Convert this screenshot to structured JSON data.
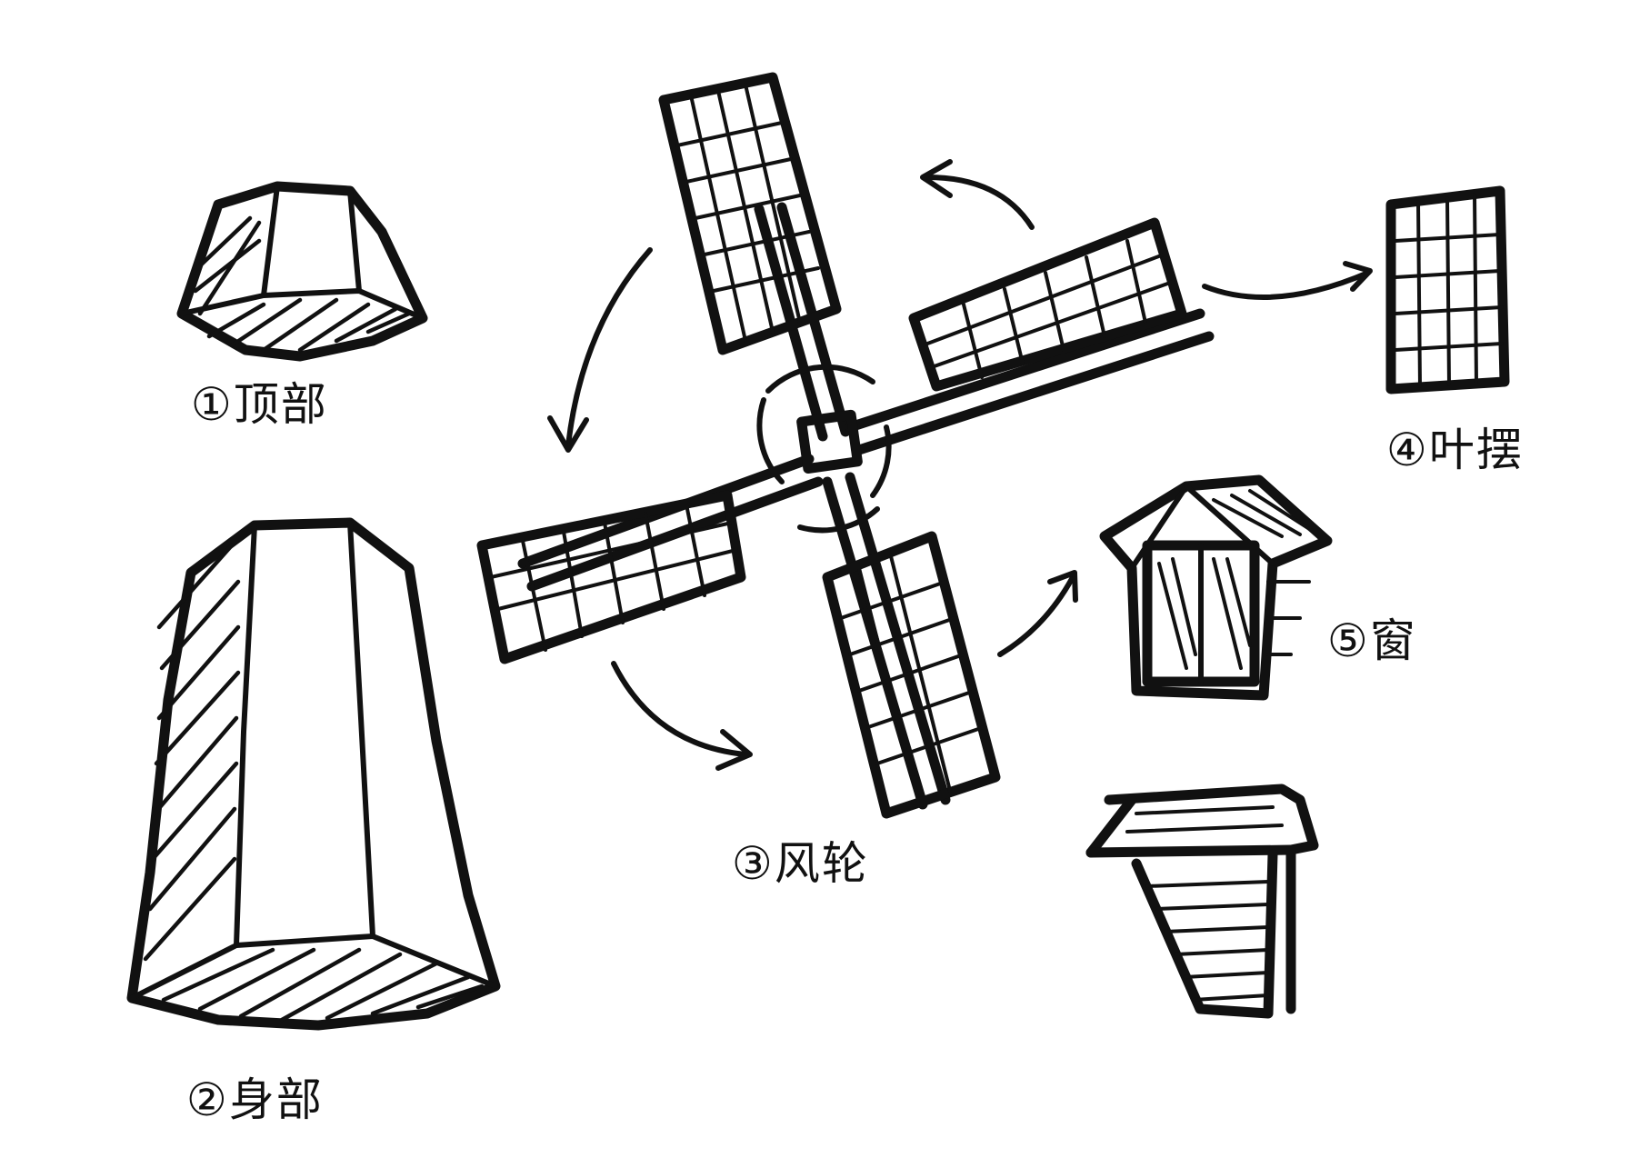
{
  "labels": {
    "top": "①顶部",
    "body": "②身部",
    "wheel": "③风轮",
    "blade": "④叶摆",
    "window": "⑤窗"
  },
  "colors": {
    "ink": "#111111",
    "paper": "#ffffff"
  }
}
